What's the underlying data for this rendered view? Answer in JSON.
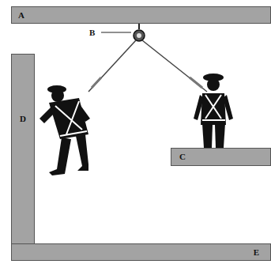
{
  "diagram": {
    "nodes": [
      {
        "text": [
          "A"
        ]
      },
      {
        "text": [
          "D"
        ]
      },
      {
        "text": [
          "C"
        ]
      },
      {
        "text": [
          "E"
        ]
      }
    ],
    "labels": [
      "B"
    ]
  }
}
